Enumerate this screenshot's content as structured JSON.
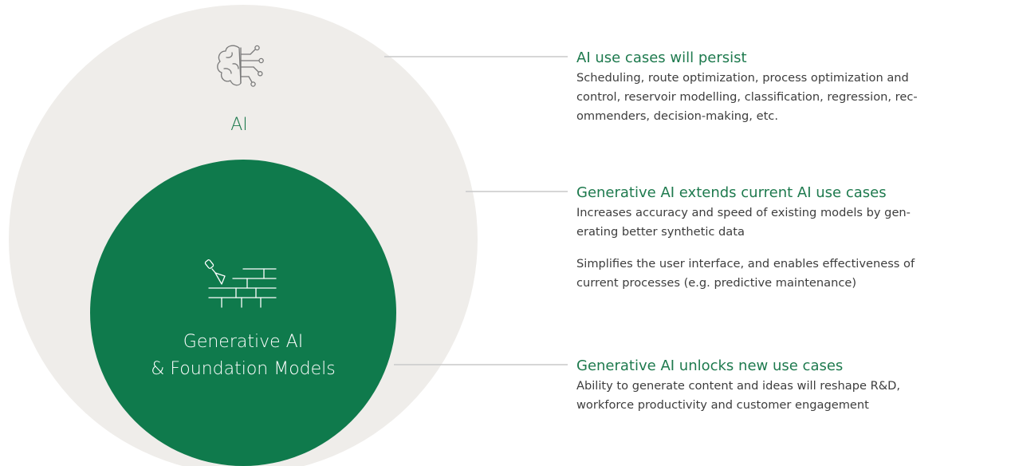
{
  "outer_circle": {
    "label": "AI",
    "icon": "brain-circuit-icon",
    "fill_color": "#efedea"
  },
  "inner_circle": {
    "label_line1": "Generative AI",
    "label_line2": "& Foundation Models",
    "icon": "brick-wall-trowel-icon",
    "fill_color": "#0f7a4c"
  },
  "colors": {
    "accent_green": "#1e7a4e",
    "leader_line": "#c9c9c9",
    "body_text": "#3d3d3d"
  },
  "callouts": [
    {
      "title": "AI use cases will persist",
      "body_lines": [
        "Scheduling, route optimization, process optimization and",
        "control, reservoir modelling, classification, regression, rec-",
        "ommenders, decision-making, etc."
      ]
    },
    {
      "title": "Generative AI extends current AI use cases",
      "body_lines": [
        "Increases accuracy and speed of existing models by gen-",
        "erating better synthetic data"
      ],
      "body2_lines": [
        "Simplifies the user interface, and enables effectiveness of",
        "current processes (e.g. predictive maintenance)"
      ]
    },
    {
      "title": "Generative AI unlocks new use cases",
      "body_lines": [
        "Ability to generate content and ideas will reshape R&D,",
        "workforce productivity and customer engagement"
      ]
    }
  ]
}
